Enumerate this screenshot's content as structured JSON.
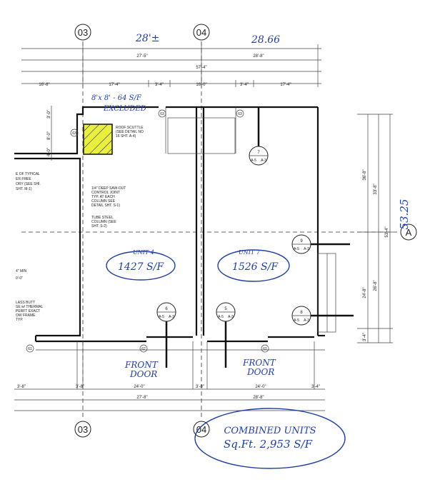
{
  "grid": {
    "col_03": "03",
    "col_04": "04",
    "row_a": "A"
  },
  "handwritten": {
    "top_left_dim": "28'±",
    "top_right_dim": "28.66",
    "right_dim": "53.25",
    "excluded_note_line1": "8'x 8' - 64 S/F",
    "excluded_note_line2": "EXCLUDED",
    "unit_left_label": "UNIT 4",
    "unit_left_area": "1427 S/F",
    "unit_right_label": "UNIT 7",
    "unit_right_area": "1526 S/F",
    "front_door_left_1": "FRONT",
    "front_door_left_2": "DOOR",
    "front_door_right_1": "FRONT",
    "front_door_right_2": "DOOR",
    "combined_line1": "COMBINED UNITS",
    "combined_line2": "Sq.Ft. 2,953 S/F"
  },
  "dimensions": {
    "top_left_seg": "27'-5\"",
    "top_right_seg": "28'-8\"",
    "overall_top": "57'-4\"",
    "sub_16_8": "16'-8\"",
    "sub_17_4a": "17'-4\"",
    "sub_3_4a": "3'-4\"",
    "sub_16_0": "16'-0\"",
    "sub_3_4b": "3'-4\"",
    "sub_17_4b": "17'-4\"",
    "bottom_3_8": "3'-8\"",
    "bottom_24_0a": "24'-0\"",
    "bottom_3_8b": "3'-8\"",
    "bottom_24_0b": "24'-0\"",
    "bottom_3_4": "3'-4\"",
    "bottom_left_27_8": "27'-8\"",
    "bottom_right_28_8": "28'-8\"",
    "right_36_8": "36'-8\"",
    "right_33_8": "33'-8\"",
    "right_53_4": "53'-4\"",
    "right_24_8": "24'-8\"",
    "right_26_8": "26'-8\"",
    "right_3_4": "3'-4\"",
    "left_3_0": "3'-0\"",
    "left_8_0": "8'-0\"",
    "left_4_0": "4'-0\""
  },
  "notes": {
    "roof_scuttle_1": "ROOF SCUTTLE",
    "roof_scuttle_2": "(SEE DETAIL NO",
    "roof_scuttle_3": "16 SHT. A-4)",
    "joint_1": "1/4\" DEEP SAW-OUT",
    "joint_2": "CONTROL JOINT",
    "joint_3": "TYP. AT EACH",
    "joint_4": "COLUMN SEE",
    "joint_5": "DETAIL SHT. S-1)",
    "tube_1": "TUBE STEEL",
    "tube_2": "COLUMN (SEE",
    "tube_3": "SHT. S-2)",
    "left_typ_1": "E OF TYPICAL",
    "left_typ_2": "ER FREE",
    "left_typ_3": "ORY (SEE SHI.",
    "left_typ_4": "SHT. M-1)",
    "left_min_1": "4\" MIN",
    "left_min_2": "0'-0\"",
    "left_glass_1": "LASS BUTT",
    "left_glass_2": "SE w/ THERMAL",
    "left_glass_3": "PERFT EXACT",
    "left_glass_4": "OW FRAME",
    "left_glass_5": "TYP."
  },
  "tags": {
    "t61": "61",
    "t62": "62",
    "t63a": "63",
    "t63b": "63",
    "t63c": "63"
  },
  "sections": [
    {
      "num": "7",
      "sheet": "A-5",
      "sheet2": "A-3"
    },
    {
      "num": "9",
      "sheet": "A-5",
      "sheet2": "A-3"
    },
    {
      "num": "6",
      "sheet": "A-5",
      "sheet2": "A-3"
    },
    {
      "num": "5",
      "sheet": "A-5",
      "sheet2": "A-3"
    },
    {
      "num": "8",
      "sheet": "A-5",
      "sheet2": "A-3"
    }
  ],
  "colors": {
    "ink": "#222222",
    "handwriting": "#1f3fa8",
    "highlight": "#e9ef3a"
  }
}
